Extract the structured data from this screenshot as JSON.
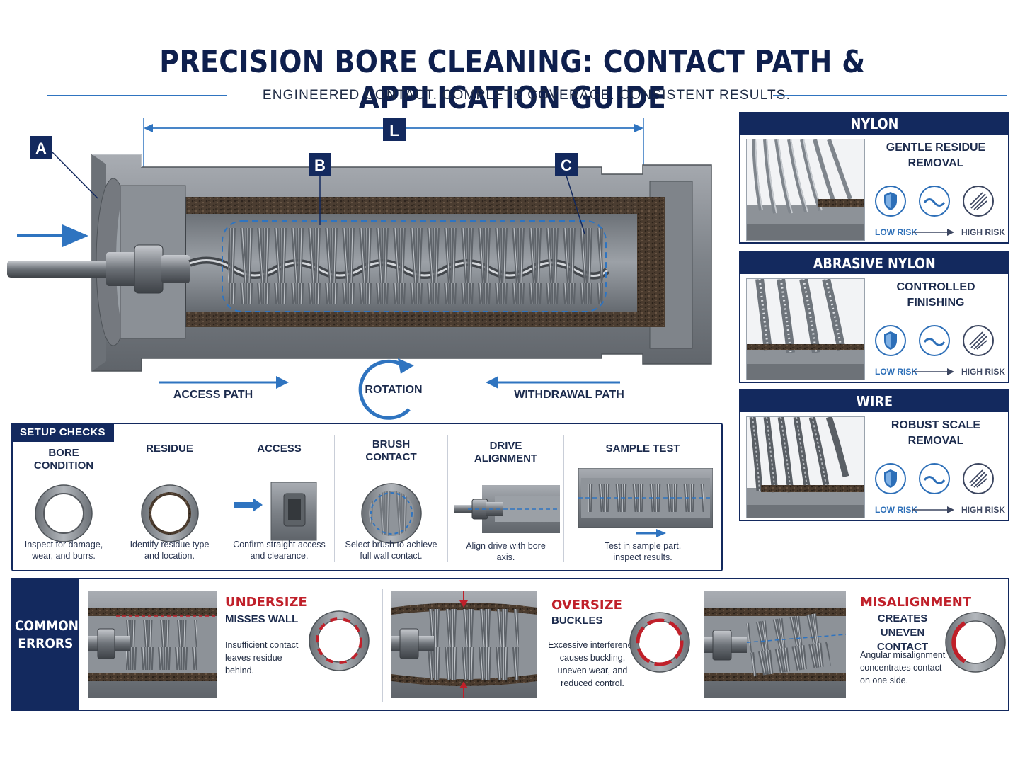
{
  "header": {
    "title": "PRECISION BORE CLEANING: CONTACT PATH & APPLICATION GUIDE",
    "subtitle": "ENGINEERED CONTACT. COMPLETE COVERAGE. CONSISTENT RESULTS."
  },
  "diagram": {
    "labels": {
      "a": "A",
      "b": "B",
      "c": "C",
      "l": "L"
    },
    "access_path": "ACCESS PATH",
    "rotation": "ROTATION",
    "withdrawal_path": "WITHDRAWAL PATH"
  },
  "setup": {
    "tag": "SETUP CHECKS",
    "items": [
      {
        "head1": "BORE",
        "head2": "CONDITION",
        "desc1": "Inspect for damage,",
        "desc2": "wear, and burrs."
      },
      {
        "head1": "RESIDUE",
        "head2": "",
        "desc1": "Identify residue type",
        "desc2": "and location."
      },
      {
        "head1": "ACCESS",
        "head2": "",
        "desc1": "Confirm straight access",
        "desc2": "and clearance."
      },
      {
        "head1": "BRUSH",
        "head2": "CONTACT",
        "desc1": "Select brush to achieve",
        "desc2": "full wall contact."
      },
      {
        "head1": "DRIVE",
        "head2": "ALIGNMENT",
        "desc1": "Align drive with bore",
        "desc2": "axis."
      },
      {
        "head1": "SAMPLE TEST",
        "head2": "",
        "desc1": "Test in sample part,",
        "desc2": "inspect results."
      }
    ]
  },
  "cards": [
    {
      "title": "NYLON",
      "line1": "GENTLE RESIDUE",
      "line2": "REMOVAL",
      "low": "LOW RISK",
      "high": "HIGH RISK"
    },
    {
      "title": "ABRASIVE NYLON",
      "line1": "CONTROLLED",
      "line2": "FINISHING",
      "low": "LOW RISK",
      "high": "HIGH RISK"
    },
    {
      "title": "WIRE",
      "line1": "ROBUST SCALE",
      "line2": "REMOVAL",
      "low": "LOW RISK",
      "high": "HIGH RISK"
    }
  ],
  "errors": {
    "tag1": "COMMON",
    "tag2": "ERRORS",
    "items": [
      {
        "title_red": "UNDERSIZE",
        "title_dark1": "MISSES WALL",
        "title_dark2": "",
        "desc": [
          "Insufficient contact",
          "leaves residue",
          "behind."
        ]
      },
      {
        "title_red": "OVERSIZE",
        "title_dark1": "BUCKLES",
        "title_dark2": "",
        "desc": [
          "Excessive interference",
          "causes buckling,",
          "uneven wear, and",
          "reduced control."
        ]
      },
      {
        "title_red": "MISALIGNMENT",
        "title_dark1": "CREATES UNEVEN",
        "title_dark2": "CONTACT",
        "desc": [
          "Angular misalignment",
          "concentrates contact",
          "on one side."
        ]
      }
    ]
  },
  "colors": {
    "navy": "#13295e",
    "accent_blue": "#2f74c0",
    "error_red": "#c0202a",
    "metal": "#8a8f96"
  }
}
